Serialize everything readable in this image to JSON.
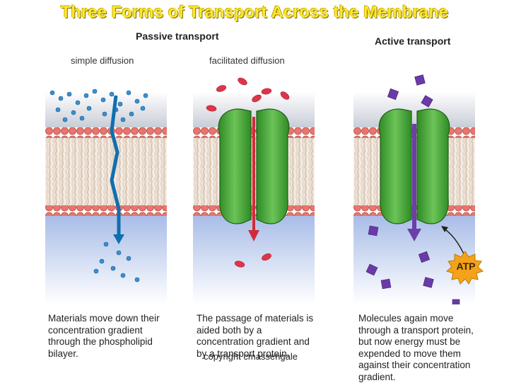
{
  "title": "Three Forms of Transport Across the Membrane",
  "headers": {
    "passive": "Passive transport",
    "active": "Active transport"
  },
  "panels": [
    {
      "subtitle": "simple diffusion",
      "caption": "Materials move down their concentration gradient through the phospholipid bilayer."
    },
    {
      "subtitle": "facilitated diffusion",
      "caption": "The passage of materials is aided both by a concentration gradient and by a transport protein."
    },
    {
      "subtitle": "",
      "caption": "Molecules again move through a transport protein, but now energy must be expended to move them against their concentration gradient."
    }
  ],
  "atp_label": "ATP",
  "copyright": "copyright cmassengale",
  "colors": {
    "title": "#ffe633",
    "protein": "#4caf3a",
    "arrow_passive": "#0e6fb0",
    "arrow_facilitated": "#d22a3c",
    "arrow_active": "#6b3fa8",
    "molecule_blue": "#3a8fd0",
    "molecule_red": "#e0344a",
    "molecule_purple": "#6a3aa8",
    "atp_burst": "#f4a21a"
  }
}
